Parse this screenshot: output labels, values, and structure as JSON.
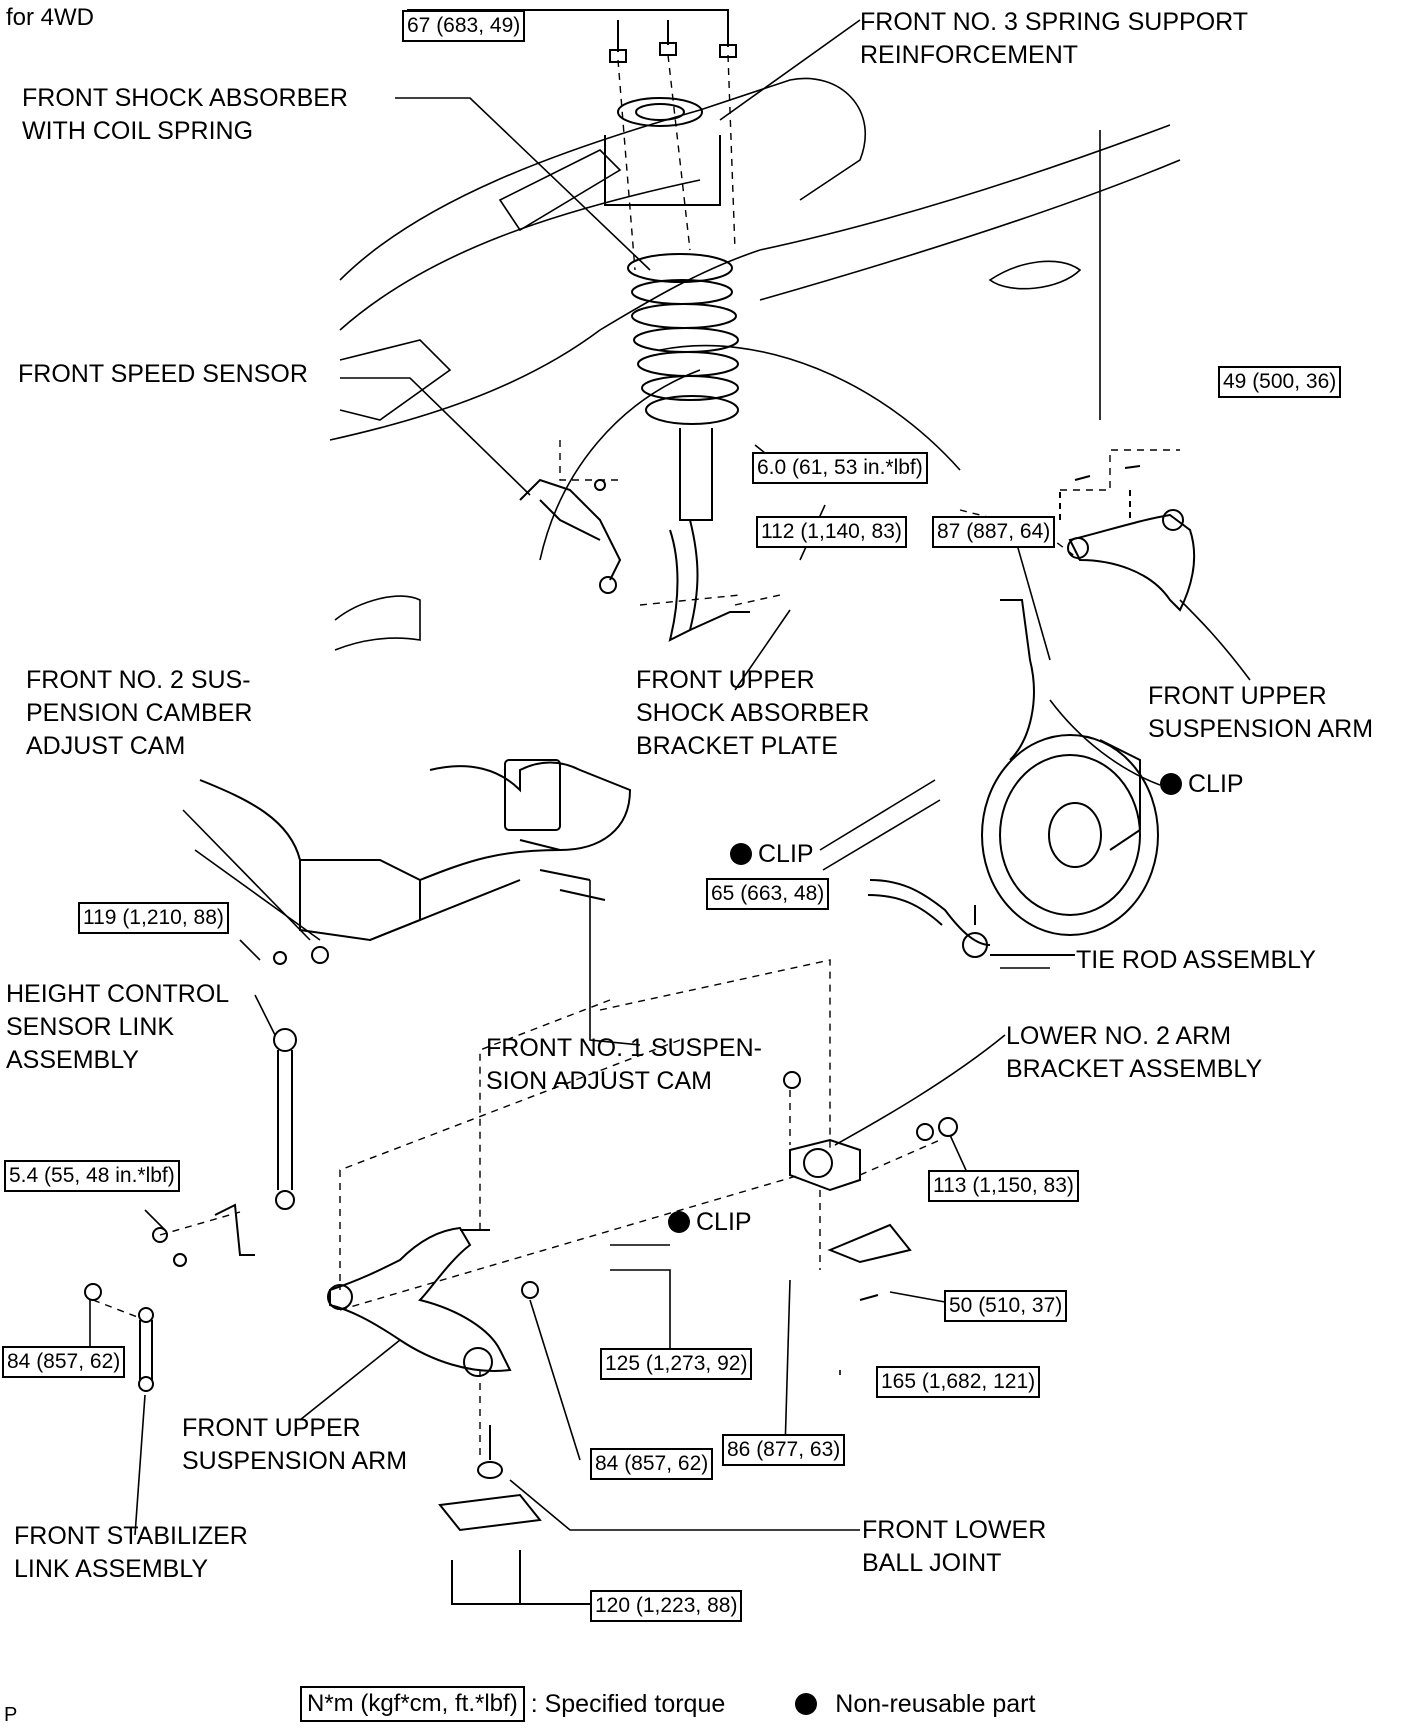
{
  "header": {
    "variant": "for 4WD"
  },
  "labels": {
    "spring_support": "FRONT NO. 3 SPRING SUPPORT\nREINFORCEMENT",
    "shock_absorber": "FRONT SHOCK ABSORBER\nWITH COIL SPRING",
    "speed_sensor": "FRONT SPEED SENSOR",
    "bracket_plate": "FRONT UPPER\nSHOCK ABSORBER\nBRACKET PLATE",
    "upper_arm_right": "FRONT UPPER\nSUSPENSION  ARM",
    "camber_cam": "FRONT NO. 2 SUS-\nPENSION CAMBER\nADJUST CAM",
    "clip_right": "CLIP",
    "clip_middle": "CLIP",
    "clip_lower": "CLIP",
    "tie_rod": "TIE ROD ASSEMBLY",
    "height_sensor": "HEIGHT CONTROL\nSENSOR LINK\nASSEMBLY",
    "adjust_cam": "FRONT NO. 1 SUSPEN-\nSION ADJUST CAM",
    "lower_bracket": "LOWER NO. 2 ARM\nBRACKET ASSEMBLY",
    "upper_arm_left": "FRONT UPPER\nSUSPENSION ARM",
    "stabilizer_link": "FRONT STABILIZER\nLINK ASSEMBLY",
    "lower_ball_joint": "FRONT LOWER\nBALL JOINT"
  },
  "torques": {
    "t_top": "67 (683, 49)",
    "t_49": "49 (500, 36)",
    "t_6": "6.0 (61, 53 in.*lbf)",
    "t_112": "112 (1,140, 83)",
    "t_87": "87 (887, 64)",
    "t_65": "65 (663, 48)",
    "t_119": "119 (1,210, 88)",
    "t_54": "5.4 (55, 48 in.*lbf)",
    "t_113": "113 (1,150, 83)",
    "t_50": "50 (510, 37)",
    "t_84a": "84 (857, 62)",
    "t_125": "125 (1,273, 92)",
    "t_165": "165 (1,682, 121)",
    "t_84b": "84 (857, 62)",
    "t_86": "86 (877, 63)",
    "t_120": "120 (1,223, 88)"
  },
  "legend": {
    "unit": "N*m (kgf*cm, ft.*lbf)",
    "unit_desc": ": Specified torque",
    "dot_desc": "Non-reusable part"
  },
  "corner_mark": "P"
}
